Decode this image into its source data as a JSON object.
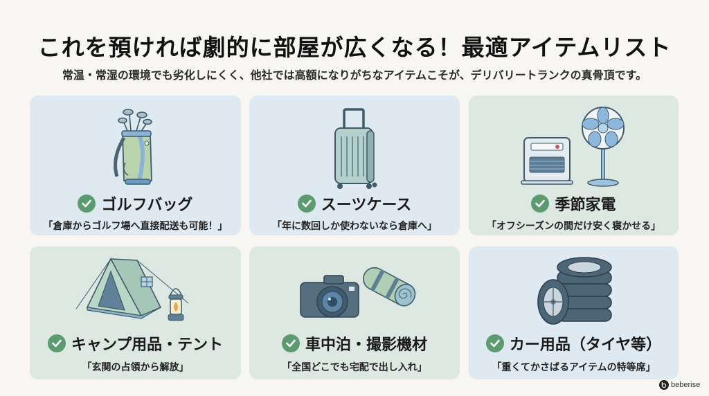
{
  "header": {
    "title": "これを預ければ劇的に部屋が広くなる！最適アイテムリスト",
    "subtitle": "常温・常湿の環境でも劣化しにくく、他社では高額になりがちなアイテムこそが、デリバリートランクの真骨頂です。"
  },
  "colors": {
    "background": "#f7f6f2",
    "card_blue": "#dfe9f1",
    "card_green": "#dde8e2",
    "check_green": "#5c9a6f"
  },
  "items": [
    {
      "name": "ゴルフバッグ",
      "description": "「倉庫からゴルフ場へ直接配送も可能！」",
      "icon": "golf-bag-icon"
    },
    {
      "name": "スーツケース",
      "description": "「年に数回しか使わないなら倉庫へ」",
      "icon": "suitcase-icon"
    },
    {
      "name": "季節家電",
      "description": "「オフシーズンの間だけ安く寝かせる」",
      "icon": "heater-fan-icon"
    },
    {
      "name": "キャンプ用品・テント",
      "description": "「玄関の占領から解放」",
      "icon": "tent-lantern-icon"
    },
    {
      "name": "車中泊・撮影機材",
      "description": "「全国どこでも宅配で出し入れ」",
      "icon": "camera-sleeping-mat-icon"
    },
    {
      "name": "カー用品（タイヤ等）",
      "description": "「重くてかさばるアイテムの特等席」",
      "icon": "tires-icon"
    }
  ],
  "footer": {
    "logo_text": "beberise"
  }
}
